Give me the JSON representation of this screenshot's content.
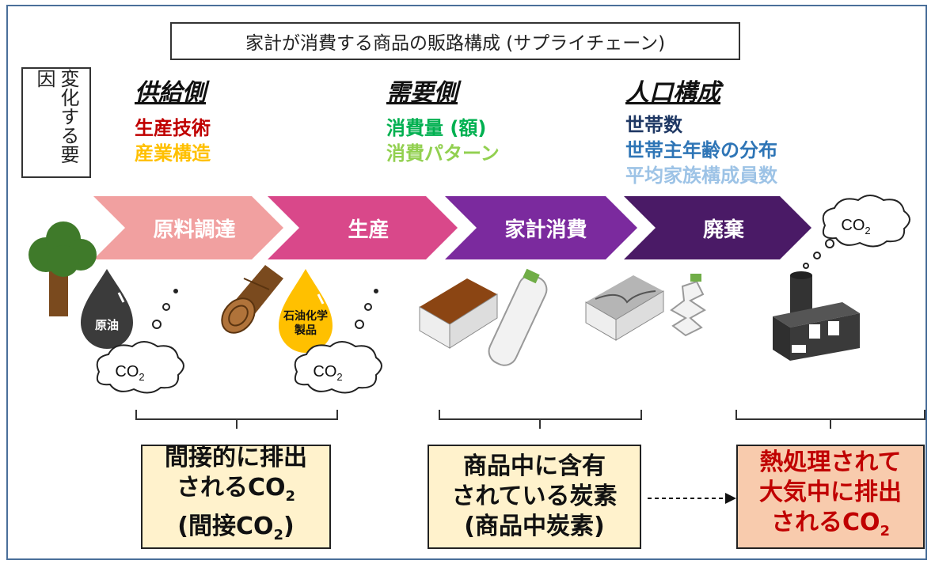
{
  "title": "家計が消費する商品の販路構成 (サプライチェーン)",
  "factor_label": "変化する要因",
  "columns": [
    {
      "heading": "供給側",
      "items": [
        {
          "text": "生産技術",
          "color": "#c00000"
        },
        {
          "text": "産業構造",
          "color": "#ffc000"
        }
      ]
    },
    {
      "heading": "需要側",
      "items": [
        {
          "text": "消費量 (額)",
          "color": "#00b050"
        },
        {
          "text": "消費パターン",
          "color": "#92d050"
        }
      ]
    },
    {
      "heading": "人口構成",
      "items": [
        {
          "text": "世帯数",
          "color": "#1f3864"
        },
        {
          "text": "世帯主年齢の分布",
          "color": "#2e75b6"
        },
        {
          "text": "平均家族構成員数",
          "color": "#9dc3e6"
        }
      ]
    }
  ],
  "steps": [
    {
      "label": "原料調達",
      "color": "#f1a0a0"
    },
    {
      "label": "生産",
      "color": "#d9488a"
    },
    {
      "label": "家計消費",
      "color": "#7b2a9e"
    },
    {
      "label": "廃棄",
      "color": "#4a1a66"
    }
  ],
  "icons": {
    "crude_oil_label": "原油",
    "petrochem_label_1": "石油化学",
    "petrochem_label_2": "製品",
    "co2_base": "CO",
    "co2_sub": "2"
  },
  "boxes": [
    {
      "lines": [
        "間接的に排出",
        "されるCO",
        "(間接CO",
        ")"
      ],
      "sub": "2",
      "color": "#fff2cc",
      "text_color": "#111111"
    },
    {
      "lines": [
        "商品中に含有",
        "されている炭素",
        "(商品中炭素)"
      ],
      "color": "#fff2cc",
      "text_color": "#111111"
    },
    {
      "lines": [
        "熱処理されて",
        "大気中に排出",
        "されるCO"
      ],
      "sub": "2",
      "color": "#f8cbad",
      "text_color": "#c00000"
    }
  ]
}
